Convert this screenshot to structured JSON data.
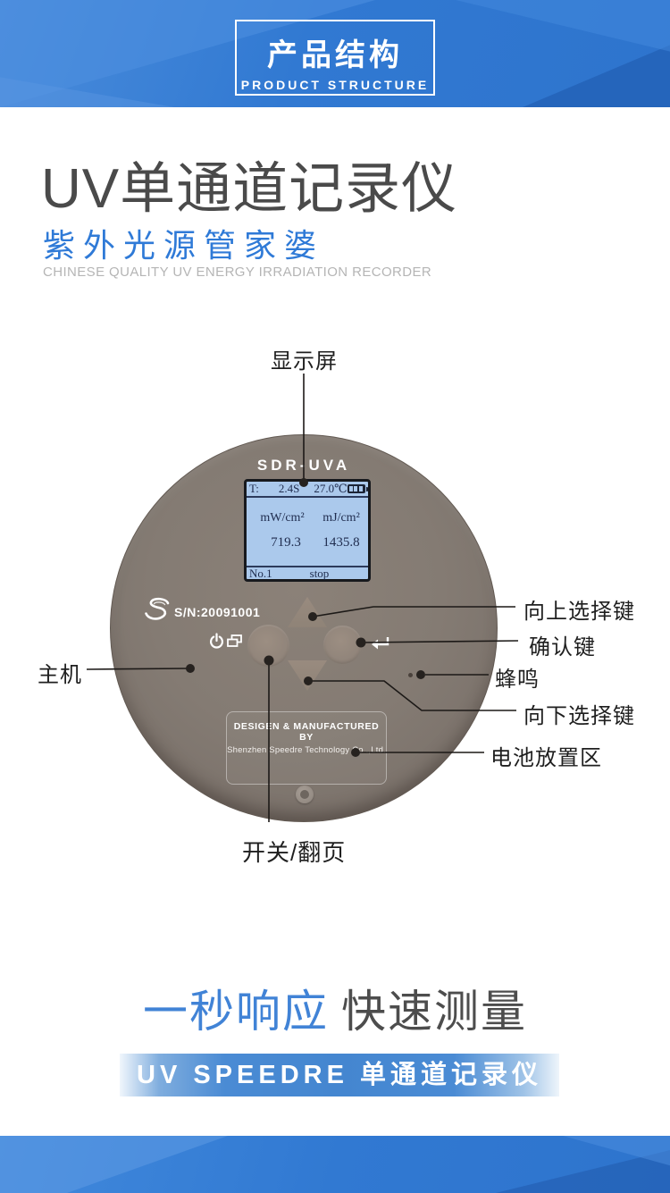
{
  "header": {
    "title_cn": "产品结构",
    "title_en": "PRODUCT STRUCTURE"
  },
  "intro": {
    "title": "UV单通道记录仪",
    "subtitle": "紫外光源管家婆",
    "caption": "CHINESE QUALITY UV ENERGY IRRADIATION RECORDER"
  },
  "device": {
    "model": "SDR-UVA",
    "serial": "S/N:20091001",
    "lcd": {
      "t_label": "T:",
      "sample_time": "2.4S",
      "temperature": "27.0℃",
      "unit_left": "mW/cm²",
      "unit_right": "mJ/cm²",
      "value_left": "719.3",
      "value_right": "1435.8",
      "channel": "No.1",
      "status": "stop"
    },
    "plate_line1": "DESIGEN & MANUFACTURED BY",
    "plate_line2": "Shenzhen  Speedre Technology  Co .,Ltd."
  },
  "callouts": {
    "display": "显示屏",
    "up_key": "向上选择键",
    "confirm_key": "确认键",
    "host": "主机",
    "buzzer": "蜂鸣",
    "down_key": "向下选择键",
    "battery_area": "电池放置区",
    "power_key": "开关/翻页"
  },
  "bottom": {
    "tagline_blue": "一秒响应",
    "tagline_dark": "快速测量",
    "banner": "UV SPEEDRE 单通道记录仪"
  },
  "icons": {
    "logo_icon": "speedre-s-swirl",
    "power_icon": "power-symbol",
    "pages_icon": "page-stack",
    "enter_icon": "enter-return-arrow",
    "battery_icon": "battery-level",
    "screw_icon": "screw-head",
    "buzzer_icon": "buzzer-hole"
  },
  "colors": {
    "accent_blue": "#3179d2",
    "banner_blue": "#4486d0",
    "device_body": "#847b73",
    "lcd_bg": "#abc9ec",
    "title_dark": "#4a4a4a",
    "subtitle_blue": "#2f7ad7",
    "caption_gray": "#b5b5b5"
  }
}
